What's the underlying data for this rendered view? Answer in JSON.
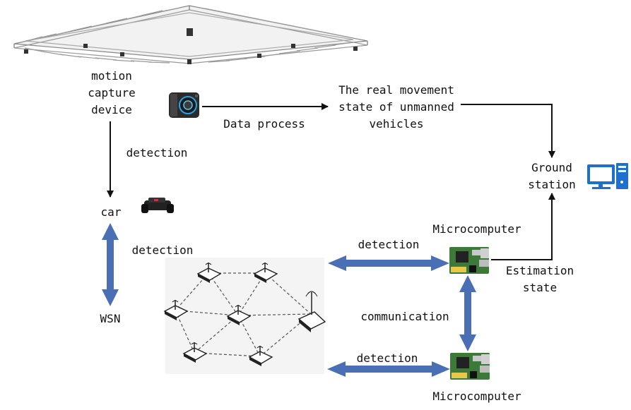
{
  "labels": {
    "mocap": "motion\ncapture\ndevice",
    "data_process": "Data process",
    "real_state": "The real movement\nstate of unmanned\nvehicles",
    "detection_top": "detection",
    "car": "car",
    "ground_station": "Ground\nstation",
    "detection_wsn": "detection",
    "microcomputer_top": "Microcomputer",
    "detection_right_top": "detection",
    "estimation_state": "Estimation\nstate",
    "wsn": "WSN",
    "communication": "communication",
    "detection_right_bottom": "detection",
    "microcomputer_bottom": "Microcomputer"
  },
  "icons": {
    "truss": "truss-frame-icon",
    "camera": "mocap-camera-icon",
    "car": "robot-car-icon",
    "computer": "computer-icon",
    "wsn": "wsn-network-icon",
    "board": "microcomputer-board-icon"
  },
  "colors": {
    "arrow_blue": "#4a6fb5",
    "arrow_black": "#111111",
    "computer_blue": "#1f6fcf",
    "board_green": "#3d7a3a"
  }
}
